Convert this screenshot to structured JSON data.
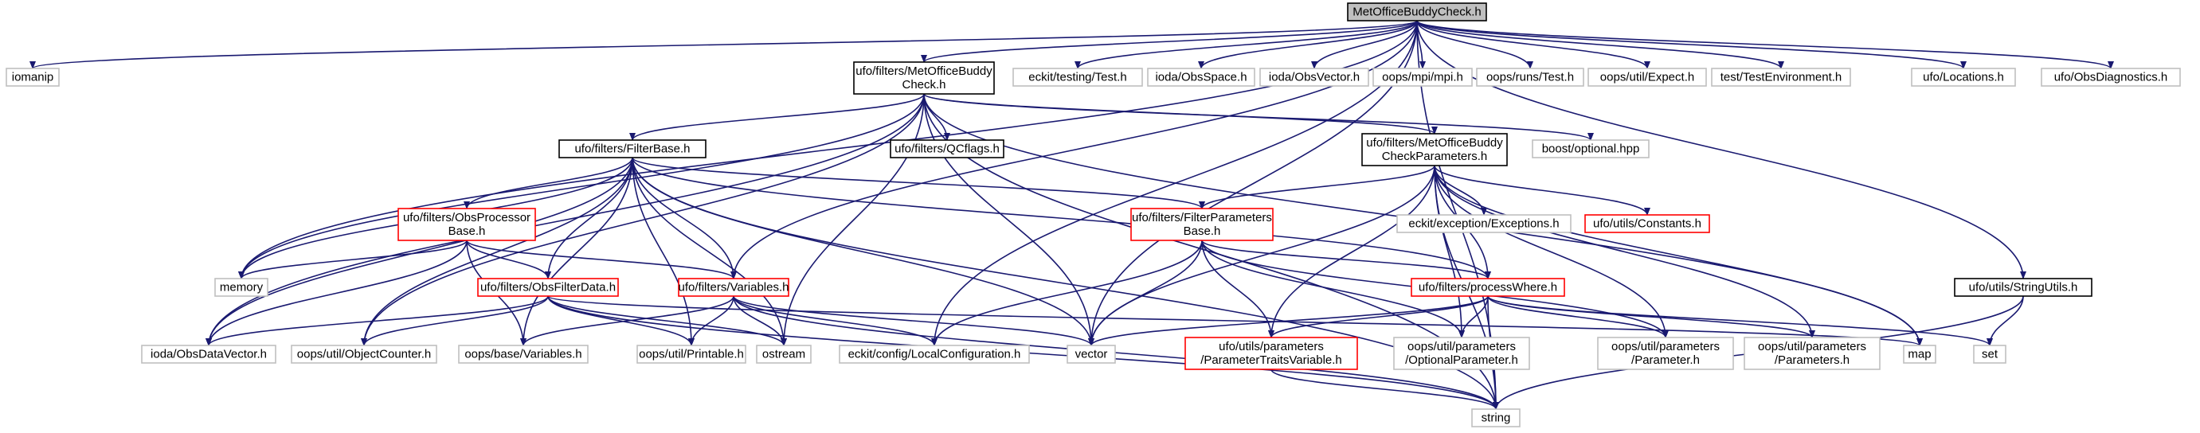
{
  "diagram": {
    "nodes": [
      {
        "id": "root",
        "lines": [
          "MetOfficeBuddyCheck.h"
        ],
        "style": "root"
      },
      {
        "id": "iomanip",
        "lines": [
          "iomanip"
        ],
        "style": "external"
      },
      {
        "id": "mobc",
        "lines": [
          "ufo/filters/MetOfficeBuddy",
          "Check.h"
        ],
        "style": "documented"
      },
      {
        "id": "test",
        "lines": [
          "eckit/testing/Test.h"
        ],
        "style": "external"
      },
      {
        "id": "obsspace",
        "lines": [
          "ioda/ObsSpace.h"
        ],
        "style": "external"
      },
      {
        "id": "obsvector",
        "lines": [
          "ioda/ObsVector.h"
        ],
        "style": "external"
      },
      {
        "id": "mpi",
        "lines": [
          "oops/mpi/mpi.h"
        ],
        "style": "external"
      },
      {
        "id": "runstest",
        "lines": [
          "oops/runs/Test.h"
        ],
        "style": "external"
      },
      {
        "id": "expect",
        "lines": [
          "oops/util/Expect.h"
        ],
        "style": "external"
      },
      {
        "id": "testenv",
        "lines": [
          "test/TestEnvironment.h"
        ],
        "style": "external"
      },
      {
        "id": "locations",
        "lines": [
          "ufo/Locations.h"
        ],
        "style": "external"
      },
      {
        "id": "obsdiag",
        "lines": [
          "ufo/ObsDiagnostics.h"
        ],
        "style": "external"
      },
      {
        "id": "filterbase",
        "lines": [
          "ufo/filters/FilterBase.h"
        ],
        "style": "documented"
      },
      {
        "id": "qcflags",
        "lines": [
          "ufo/filters/QCflags.h"
        ],
        "style": "documented"
      },
      {
        "id": "mobcparams",
        "lines": [
          "ufo/filters/MetOfficeBuddy",
          "CheckParameters.h"
        ],
        "style": "documented"
      },
      {
        "id": "boostopt",
        "lines": [
          "boost/optional.hpp"
        ],
        "style": "external"
      },
      {
        "id": "obsproc",
        "lines": [
          "ufo/filters/ObsProcessor",
          "Base.h"
        ],
        "style": "highlight"
      },
      {
        "id": "filterparams",
        "lines": [
          "ufo/filters/FilterParameters",
          "Base.h"
        ],
        "style": "highlight"
      },
      {
        "id": "exceptions",
        "lines": [
          "eckit/exception/Exceptions.h"
        ],
        "style": "external"
      },
      {
        "id": "constants",
        "lines": [
          "ufo/utils/Constants.h"
        ],
        "style": "highlight"
      },
      {
        "id": "stringutils",
        "lines": [
          "ufo/utils/StringUtils.h"
        ],
        "style": "documented"
      },
      {
        "id": "memory",
        "lines": [
          "memory"
        ],
        "style": "external"
      },
      {
        "id": "obsfilterdata",
        "lines": [
          "ufo/filters/ObsFilterData.h"
        ],
        "style": "highlight"
      },
      {
        "id": "variables",
        "lines": [
          "ufo/filters/Variables.h"
        ],
        "style": "highlight"
      },
      {
        "id": "processwhere",
        "lines": [
          "ufo/filters/processWhere.h"
        ],
        "style": "highlight"
      },
      {
        "id": "obsdatavector",
        "lines": [
          "ioda/ObsDataVector.h"
        ],
        "style": "external"
      },
      {
        "id": "objectcounter",
        "lines": [
          "oops/util/ObjectCounter.h"
        ],
        "style": "external"
      },
      {
        "id": "basevariables",
        "lines": [
          "oops/base/Variables.h"
        ],
        "style": "external"
      },
      {
        "id": "printable",
        "lines": [
          "oops/util/Printable.h"
        ],
        "style": "external"
      },
      {
        "id": "ostream",
        "lines": [
          "ostream"
        ],
        "style": "external"
      },
      {
        "id": "localconfig",
        "lines": [
          "eckit/config/LocalConfiguration.h"
        ],
        "style": "external"
      },
      {
        "id": "vector",
        "lines": [
          "vector"
        ],
        "style": "external"
      },
      {
        "id": "ptv",
        "lines": [
          "ufo/utils/parameters",
          "/ParameterTraitsVariable.h"
        ],
        "style": "highlight"
      },
      {
        "id": "optparam",
        "lines": [
          "oops/util/parameters",
          "/OptionalParameter.h"
        ],
        "style": "external"
      },
      {
        "id": "param",
        "lines": [
          "oops/util/parameters",
          "/Parameter.h"
        ],
        "style": "external"
      },
      {
        "id": "params",
        "lines": [
          "oops/util/parameters",
          "/Parameters.h"
        ],
        "style": "external"
      },
      {
        "id": "map",
        "lines": [
          "map"
        ],
        "style": "external"
      },
      {
        "id": "set",
        "lines": [
          "set"
        ],
        "style": "external"
      },
      {
        "id": "string",
        "lines": [
          "string"
        ],
        "style": "external"
      }
    ],
    "styles": {
      "root": {
        "fill": "#bfbfbf",
        "stroke": "#000000"
      },
      "documented": {
        "fill": "#ffffff",
        "stroke": "#000000"
      },
      "highlight": {
        "fill": "#ffffff",
        "stroke": "#ff0000"
      },
      "external": {
        "fill": "#ffffff",
        "stroke": "#bfbfbf"
      }
    },
    "edge_color": "#191970",
    "edges": [
      [
        "root",
        "iomanip"
      ],
      [
        "root",
        "mobc"
      ],
      [
        "root",
        "test"
      ],
      [
        "root",
        "obsspace"
      ],
      [
        "root",
        "obsvector"
      ],
      [
        "root",
        "mpi"
      ],
      [
        "root",
        "runstest"
      ],
      [
        "root",
        "expect"
      ],
      [
        "root",
        "testenv"
      ],
      [
        "root",
        "locations"
      ],
      [
        "root",
        "obsdiag"
      ],
      [
        "root",
        "stringutils"
      ],
      [
        "root",
        "memory"
      ],
      [
        "root",
        "variables"
      ],
      [
        "root",
        "localconfig"
      ],
      [
        "root",
        "vector"
      ],
      [
        "root",
        "string"
      ],
      [
        "mobc",
        "filterbase"
      ],
      [
        "mobc",
        "qcflags"
      ],
      [
        "mobc",
        "mobcparams"
      ],
      [
        "mobc",
        "boostopt"
      ],
      [
        "mobc",
        "memory"
      ],
      [
        "mobc",
        "obsdatavector"
      ],
      [
        "mobc",
        "objectcounter"
      ],
      [
        "mobc",
        "ostream"
      ],
      [
        "mobc",
        "vector"
      ],
      [
        "mobc",
        "map"
      ],
      [
        "mobc",
        "string"
      ],
      [
        "filterbase",
        "obsproc"
      ],
      [
        "filterbase",
        "filterparams"
      ],
      [
        "filterbase",
        "processwhere"
      ],
      [
        "filterbase",
        "memory"
      ],
      [
        "filterbase",
        "obsfilterdata"
      ],
      [
        "filterbase",
        "variables"
      ],
      [
        "filterbase",
        "obsdatavector"
      ],
      [
        "filterbase",
        "objectcounter"
      ],
      [
        "filterbase",
        "basevariables"
      ],
      [
        "filterbase",
        "printable"
      ],
      [
        "filterbase",
        "ostream"
      ],
      [
        "filterbase",
        "vector"
      ],
      [
        "filterbase",
        "string"
      ],
      [
        "mobcparams",
        "filterparams"
      ],
      [
        "mobcparams",
        "exceptions"
      ],
      [
        "mobcparams",
        "constants"
      ],
      [
        "mobcparams",
        "processwhere"
      ],
      [
        "mobcparams",
        "ptv"
      ],
      [
        "mobcparams",
        "optparam"
      ],
      [
        "mobcparams",
        "param"
      ],
      [
        "mobcparams",
        "params"
      ],
      [
        "mobcparams",
        "vector"
      ],
      [
        "mobcparams",
        "map"
      ],
      [
        "mobcparams",
        "string"
      ],
      [
        "obsproc",
        "memory"
      ],
      [
        "obsproc",
        "obsfilterdata"
      ],
      [
        "obsproc",
        "variables"
      ],
      [
        "obsproc",
        "obsdatavector"
      ],
      [
        "obsproc",
        "basevariables"
      ],
      [
        "filterparams",
        "processwhere"
      ],
      [
        "filterparams",
        "ptv"
      ],
      [
        "filterparams",
        "optparam"
      ],
      [
        "filterparams",
        "param"
      ],
      [
        "filterparams",
        "localconfig"
      ],
      [
        "filterparams",
        "vector"
      ],
      [
        "obsfilterdata",
        "obsdatavector"
      ],
      [
        "obsfilterdata",
        "objectcounter"
      ],
      [
        "obsfilterdata",
        "printable"
      ],
      [
        "obsfilterdata",
        "ostream"
      ],
      [
        "obsfilterdata",
        "map"
      ],
      [
        "obsfilterdata",
        "string"
      ],
      [
        "variables",
        "basevariables"
      ],
      [
        "variables",
        "printable"
      ],
      [
        "variables",
        "ostream"
      ],
      [
        "variables",
        "localconfig"
      ],
      [
        "variables",
        "vector"
      ],
      [
        "variables",
        "string"
      ],
      [
        "processwhere",
        "vector"
      ],
      [
        "processwhere",
        "ptv"
      ],
      [
        "processwhere",
        "optparam"
      ],
      [
        "processwhere",
        "param"
      ],
      [
        "processwhere",
        "params"
      ],
      [
        "processwhere",
        "set"
      ],
      [
        "processwhere",
        "string"
      ],
      [
        "ptv",
        "string"
      ],
      [
        "stringutils",
        "set"
      ],
      [
        "stringutils",
        "string"
      ]
    ]
  }
}
